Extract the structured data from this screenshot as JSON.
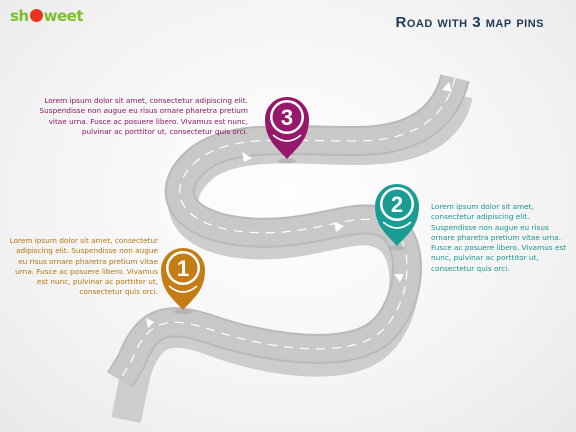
{
  "logo": {
    "text_a": "sh",
    "text_b": "weet"
  },
  "title": "Road with 3 map pins",
  "pins": [
    {
      "number": "1",
      "color": "#c47d14",
      "text": "Lorem ipsum dolor sit amet, consectetur adipiscing elit. Suspendisse non augue eu risus ornare pharetra pretium vitae urna. Fusce ac posuere libero. Vivamus est nunc, pulvinar ac porttitor ut, consectetur quis orci."
    },
    {
      "number": "2",
      "color": "#1a9c94",
      "text": "Lorem ipsum dolor sit amet, consectetur adipiscing elit. Suspendisse non augue eu risus ornare pharetra pretium vitae urna. Fusce ac posuere libero. Vivamus est nunc, pulvinar ac porttitor ut, consectetur quis orci."
    },
    {
      "number": "3",
      "color": "#97176b",
      "text": "Lorem ipsum dolor sit amet, consectetur adipiscing elit. Suspendisse non augue eu risus ornare pharetra pretium vitae urna. Fusce ac posuere libero. Vivamus est nunc, pulvinar ac porttitor ut, consectetur quis orci."
    }
  ]
}
